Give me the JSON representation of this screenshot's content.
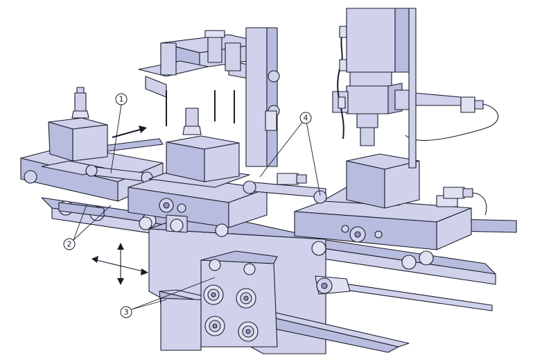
{
  "callouts": [
    {
      "id": "callout-1",
      "label": "1"
    },
    {
      "id": "callout-2",
      "label": "2"
    },
    {
      "id": "callout-3",
      "label": "3"
    },
    {
      "id": "callout-4",
      "label": "4"
    }
  ],
  "colors": {
    "metal": "#cfd2ea",
    "metal_dark": "#b8bcde",
    "outline": "#1a1a2a"
  }
}
